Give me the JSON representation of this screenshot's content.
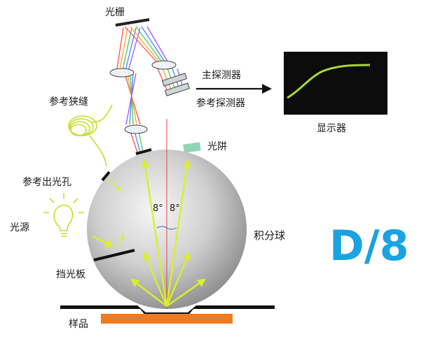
{
  "labels": {
    "grating": "光栅",
    "main_detector": "主探测器",
    "reference_detector": "参考探测器",
    "display": "显示器",
    "reference_slit": "参考狭缝",
    "light_trap": "光阱",
    "reference_exit_port": "参考出光孔",
    "light_source": "光源",
    "angle_left": "8°",
    "angle_right": "8°",
    "integrating_sphere": "积分球",
    "baffle": "挡光板",
    "sample": "样品",
    "geometry": "D/8"
  },
  "colors": {
    "accent_blue": "#1aa3e0",
    "beam_yellow": "#d9ef2e",
    "sample_orange": "#f07a1e",
    "light_trap_green": "#8fd4b4",
    "display_curve": "#a6d930"
  }
}
